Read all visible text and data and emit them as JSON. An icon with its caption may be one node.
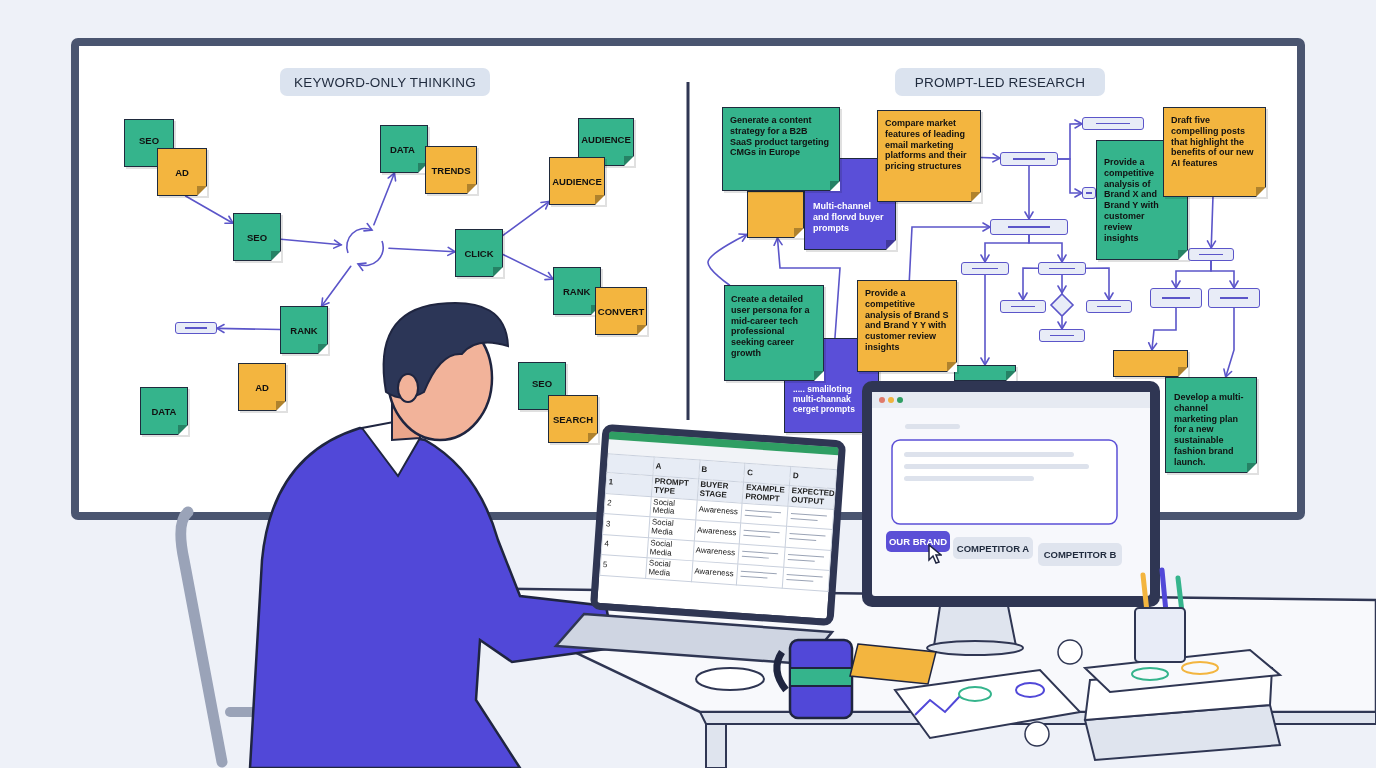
{
  "diagram": {
    "nodes": [
      {
        "text": [
          "KEYWORD-ONLY THINKING"
        ]
      },
      {
        "text": [
          "SEO"
        ]
      },
      {
        "text": [
          "AD"
        ]
      },
      {
        "text": [
          "SEO"
        ]
      },
      {
        "text": [],
        "shape": "circle"
      },
      {
        "text": [
          "DATA"
        ]
      },
      {
        "text": [
          "TRENDS"
        ]
      },
      {
        "text": [
          "CLICK"
        ]
      },
      {
        "text": [
          "AUDIENCE"
        ]
      },
      {
        "text": [
          "AUDIENCE"
        ]
      },
      {
        "text": [
          "RANK"
        ]
      },
      {
        "text": [
          "CONVERT"
        ]
      },
      {
        "text": [
          "RANK"
        ]
      },
      {
        "text": [],
        "shape": "box"
      },
      {
        "text": [
          "AD"
        ]
      },
      {
        "text": [
          "DATA"
        ]
      },
      {
        "text": [
          "SEO"
        ]
      },
      {
        "text": [
          "SEARCH"
        ]
      },
      {
        "text": [
          "PROMPT-LED RESEARCH"
        ]
      },
      {
        "text": [
          "Generate a content strategy for a B2B SaaS product targeting CMGs in Europe"
        ]
      },
      {
        "text": [],
        "shape": "box"
      },
      {
        "text": [
          "Multi-channel and florvd buyer prompts"
        ]
      },
      {
        "text": [
          "Compare market features of leading email marketing platforms and their pricing structures"
        ]
      },
      {
        "text": [
          "Create a detailed user persona for a mid-career tech professional seeking career growth"
        ]
      },
      {
        "text": [
          "..... smaliloting multi-channak cerget prompts"
        ]
      },
      {
        "text": [
          "Provide a competitive analysis of Brand S and Brand Y Y with customer review insights"
        ]
      },
      {
        "text": [
          "Provide a competitive analysis of Brand X and Brand Y with customer review insights"
        ]
      },
      {
        "text": [
          "Draft five compelling posts that highlight the benefits of our new AI features"
        ]
      },
      {
        "text": [
          "Develop a multi-channel marketing plan for a new sustainable fashion brand launch."
        ]
      },
      {
        "text": [],
        "shape": "box"
      },
      {
        "text": [],
        "shape": "box"
      },
      {
        "text": [],
        "shape": "box"
      },
      {
        "text": [],
        "shape": "box"
      },
      {
        "text": [],
        "shape": "box"
      },
      {
        "text": [],
        "shape": "box"
      },
      {
        "text": [],
        "shape": "box"
      },
      {
        "text": [],
        "shape": "box"
      },
      {
        "text": [],
        "shape": "box"
      },
      {
        "text": [],
        "shape": "diamond"
      },
      {
        "text": [],
        "shape": "box"
      },
      {
        "text": [],
        "shape": "box"
      },
      {
        "text": [],
        "shape": "box"
      },
      {
        "text": [],
        "shape": "box"
      },
      {
        "text": [],
        "shape": "box"
      },
      {
        "text": [
          "OUR BRAND"
        ]
      },
      {
        "text": [
          "COMPETITOR A"
        ]
      },
      {
        "text": [
          "COMPETITOR B"
        ]
      }
    ],
    "edges": [
      {
        "from": 2,
        "to": 3,
        "arrow": "to"
      },
      {
        "from": 3,
        "to": 4,
        "arrow": "to"
      },
      {
        "from": 4,
        "to": 5,
        "arrow": "to"
      },
      {
        "from": 4,
        "to": 7,
        "arrow": "to"
      },
      {
        "from": 7,
        "to": 9,
        "arrow": "to"
      },
      {
        "from": 7,
        "to": 10,
        "arrow": "to"
      },
      {
        "from": 4,
        "to": 12,
        "arrow": "to"
      },
      {
        "from": 12,
        "to": 13,
        "arrow": "to"
      },
      {
        "from": 22,
        "to": 31,
        "arrow": "to"
      },
      {
        "from": 31,
        "to": 32,
        "arrow": "to"
      },
      {
        "from": 31,
        "to": 33,
        "arrow": "to"
      },
      {
        "from": 31,
        "to": 34,
        "arrow": "to"
      },
      {
        "from": 34,
        "to": 35,
        "arrow": "to"
      },
      {
        "from": 34,
        "to": 36,
        "arrow": "to"
      },
      {
        "from": 36,
        "to": 37,
        "arrow": "to"
      },
      {
        "from": 36,
        "to": 38,
        "arrow": "to"
      },
      {
        "from": 36,
        "to": 39,
        "arrow": "to"
      },
      {
        "from": 38,
        "to": 40,
        "arrow": "to"
      },
      {
        "from": 35,
        "to": 30,
        "arrow": "to"
      },
      {
        "from": 25,
        "to": 34,
        "arrow": "to"
      },
      {
        "from": 24,
        "to": 20,
        "arrow": "to"
      },
      {
        "from": 23,
        "to": 20,
        "arrow": "to"
      },
      {
        "from": 27,
        "to": 41,
        "arrow": "to"
      },
      {
        "from": 41,
        "to": 42,
        "arrow": "to"
      },
      {
        "from": 41,
        "to": 43,
        "arrow": "to"
      },
      {
        "from": 42,
        "to": 29,
        "arrow": "to"
      },
      {
        "from": 43,
        "to": 28,
        "arrow": "to"
      }
    ],
    "labels": [
      "A",
      "B",
      "C",
      "D",
      "1",
      "PROMPT TYPE",
      "BUYER STAGE",
      "EXAMPLE PROMPT",
      "EXPECTED OUTPUT",
      "2",
      "Social Media",
      "Awareness",
      "3",
      "Social Media",
      "Awareness",
      "4",
      "Social Media",
      "Awareness",
      "5",
      "Social Media",
      "Awareness"
    ]
  }
}
